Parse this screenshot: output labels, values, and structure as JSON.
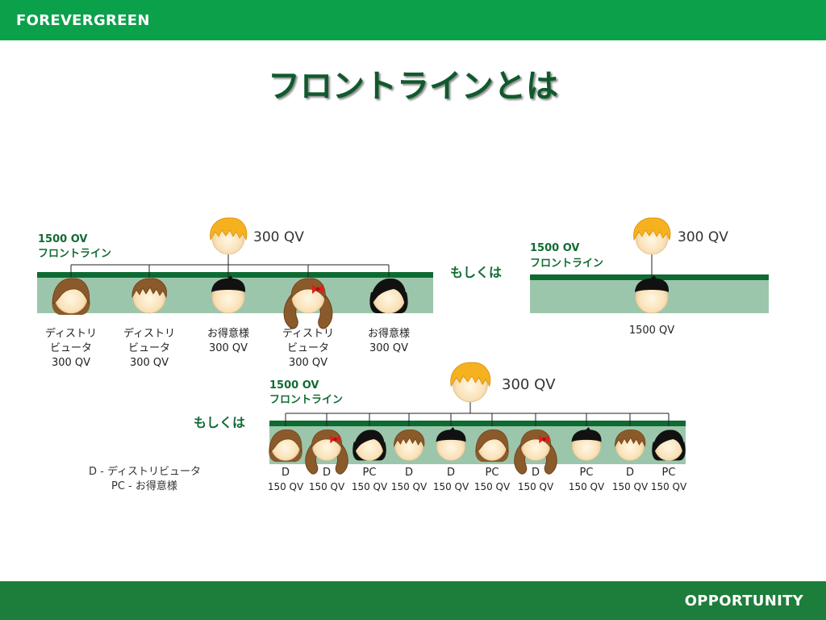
{
  "header": {
    "brand": "FOREVERGREEN"
  },
  "footer": {
    "section": "OPPORTUNITY"
  },
  "title": "フロントラインとは",
  "colors": {
    "brand_green": "#0ba14b",
    "footer_green": "#1d7d3a",
    "band_green": "#9cc6ab",
    "band_line": "#0d6b32",
    "title_green": "#0f5a2c"
  },
  "separator": "もしくは",
  "diagram_a": {
    "sponsor_qv": "300 QV",
    "ov": "1500 OV",
    "ov_label": "フロントライン",
    "members": [
      {
        "hair": "brown-long",
        "label1": "ディストリ",
        "label2": "ビュータ",
        "label3": "300 QV"
      },
      {
        "hair": "brown-spiky",
        "label1": "ディストリ",
        "label2": "ビュータ",
        "label3": "300 QV"
      },
      {
        "hair": "black-cap",
        "label1": "お得意様",
        "label2": "300 QV"
      },
      {
        "hair": "pigtails-bow",
        "label1": "ディストリ",
        "label2": "ビュータ",
        "label3": "300 QV"
      },
      {
        "hair": "black-bob",
        "label1": "お得意様",
        "label2": "300 QV"
      }
    ]
  },
  "diagram_b": {
    "sponsor_qv": "300 QV",
    "ov": "1500 OV",
    "ov_label": "フロントライン",
    "member_qv": "1500 QV"
  },
  "diagram_c": {
    "sponsor_qv": "300 QV",
    "ov": "1500 OV",
    "ov_label": "フロントライン",
    "legend": {
      "d": "D - ディストリビュータ",
      "pc": "PC - お得意様"
    },
    "members": [
      {
        "hair": "brown-long",
        "type": "D",
        "qv": "150 QV"
      },
      {
        "hair": "pigtails-bow",
        "type": "D",
        "qv": "150 QV"
      },
      {
        "hair": "black-bob",
        "type": "PC",
        "qv": "150 QV"
      },
      {
        "hair": "brown-spiky",
        "type": "D",
        "qv": "150 QV"
      },
      {
        "hair": "black-cap",
        "type": "D",
        "qv": "150 QV"
      },
      {
        "hair": "brown-long",
        "type": "PC",
        "qv": "150 QV"
      },
      {
        "hair": "pigtails-bow",
        "type": "D",
        "qv": "150 QV"
      },
      {
        "hair": "black-cap",
        "type": "PC",
        "qv": "150 QV"
      },
      {
        "hair": "brown-spiky",
        "type": "D",
        "qv": "150 QV"
      },
      {
        "hair": "black-bob",
        "type": "PC",
        "qv": "150 QV"
      }
    ]
  }
}
